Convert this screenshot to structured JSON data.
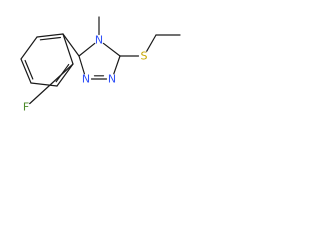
{
  "molecule": {
    "atoms": [
      {
        "id": "N1",
        "element": "N",
        "label": "N"
      },
      {
        "id": "N2",
        "element": "N",
        "label": "N"
      },
      {
        "id": "C3",
        "element": "C",
        "label": ""
      },
      {
        "id": "N4",
        "element": "N",
        "label": "N"
      },
      {
        "id": "C5",
        "element": "C",
        "label": ""
      },
      {
        "id": "Me",
        "element": "C",
        "label": ""
      },
      {
        "id": "S",
        "element": "S",
        "label": "S"
      },
      {
        "id": "Et1",
        "element": "C",
        "label": ""
      },
      {
        "id": "Et2",
        "element": "C",
        "label": ""
      },
      {
        "id": "P1",
        "element": "C",
        "label": ""
      },
      {
        "id": "P2",
        "element": "C",
        "label": ""
      },
      {
        "id": "P3",
        "element": "C",
        "label": ""
      },
      {
        "id": "P4",
        "element": "C",
        "label": ""
      },
      {
        "id": "P5",
        "element": "C",
        "label": ""
      },
      {
        "id": "P6",
        "element": "C",
        "label": ""
      },
      {
        "id": "F",
        "element": "F",
        "label": "F"
      }
    ],
    "bonds": [
      {
        "a": "N1",
        "b": "N2",
        "order": 2
      },
      {
        "a": "N2",
        "b": "C3",
        "order": 1
      },
      {
        "a": "C3",
        "b": "N4",
        "order": 1
      },
      {
        "a": "N4",
        "b": "C5",
        "order": 1
      },
      {
        "a": "C5",
        "b": "N1",
        "order": 1
      },
      {
        "a": "C5",
        "b": "P1",
        "order": 1
      },
      {
        "a": "N4",
        "b": "Me",
        "order": 1
      },
      {
        "a": "C3",
        "b": "S",
        "order": 1
      },
      {
        "a": "S",
        "b": "Et1",
        "order": 1
      },
      {
        "a": "Et1",
        "b": "Et2",
        "order": 1
      },
      {
        "a": "P1",
        "b": "P2",
        "order": 2
      },
      {
        "a": "P2",
        "b": "P3",
        "order": 1
      },
      {
        "a": "P3",
        "b": "P4",
        "order": 2
      },
      {
        "a": "P4",
        "b": "P5",
        "order": 1
      },
      {
        "a": "P5",
        "b": "P6",
        "order": 2
      },
      {
        "a": "P6",
        "b": "P1",
        "order": 1
      },
      {
        "a": "P6",
        "b": "F",
        "order": 1
      }
    ],
    "colors": {
      "bond": "#1a1a1a",
      "N": "#3050f8",
      "S": "#c8a800",
      "F": "#4c8a2a",
      "C": "#1a1a1a"
    }
  }
}
